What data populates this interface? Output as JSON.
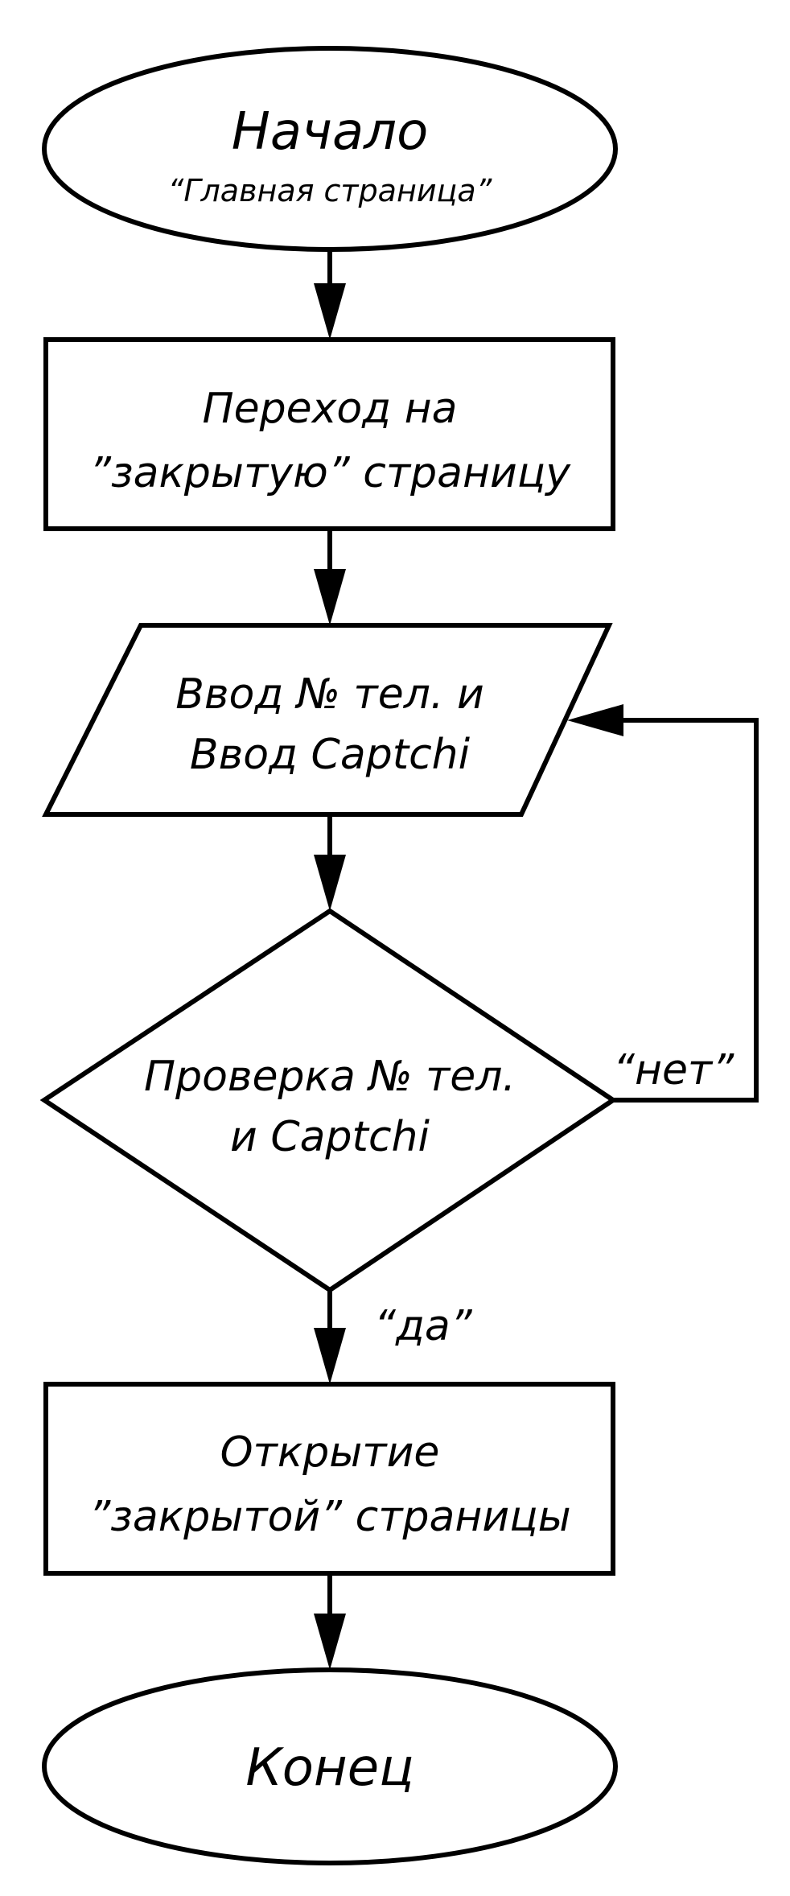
{
  "nodes": {
    "start": {
      "title": "Начало",
      "subtitle": "“Главная страница”"
    },
    "go_to_page": {
      "line1": "Переход на",
      "line2": "”закрытую” страницу"
    },
    "input": {
      "line1": "Ввод № тел. и",
      "line2": "Ввод Captchi"
    },
    "check": {
      "line1": "Проверка № тел.",
      "line2": "и Captchi"
    },
    "open_page": {
      "line1": "Открытие",
      "line2": "”закрытой” страницы"
    },
    "end": {
      "title": "Конец"
    }
  },
  "edges": {
    "no_label": "“нет”",
    "yes_label": "“да”"
  },
  "colors": {
    "stroke": "#000000",
    "background": "#ffffff"
  }
}
